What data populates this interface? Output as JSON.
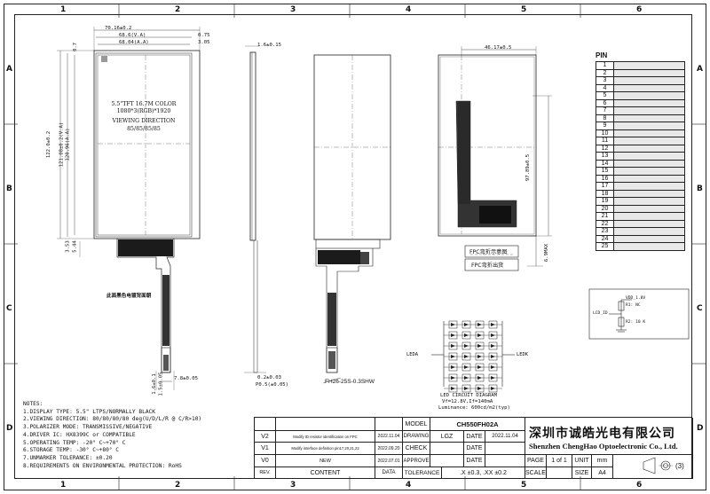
{
  "grid": {
    "columns": [
      "1",
      "2",
      "3",
      "4",
      "5",
      "6"
    ],
    "rows": [
      "A",
      "B",
      "C",
      "D"
    ]
  },
  "front_view": {
    "dim_total_width": "70.16±0.2",
    "dim_va_width": "68.6(V.A)",
    "dim_aa_width": "68.04(A.A)",
    "dim_right_1": "0.75",
    "dim_right_2": "3.05",
    "dim_top_small": "0.7",
    "dim_height_total": "122.0±0.2",
    "dim_height_va": "121.08±0.2(V.A)",
    "dim_height_aa": "120.96(A.A)",
    "dim_bottom_1": "3.53",
    "dim_bottom_2": "5.44",
    "panel_line1": "5.5\"TFT 16.7M COLOR",
    "panel_line2": "1080*3(RGB)*1920",
    "panel_line3": "VIEWING DIRECTION",
    "panel_line4": "85/85/85/85",
    "fpc_note_cn": "此面黑色电镀背面朝",
    "tail_dim_1": "7.8±0.05",
    "tail_dim_2": "1.6±0.1",
    "tail_dim_3": "1.5±0.05"
  },
  "side_view": {
    "dim_thickness": "1.6±0.15",
    "dim_tail_1": "0.2±0.03",
    "dim_tail_2": "P0.5(±0.05)",
    "connector": "FH26-25S-0.3SHW"
  },
  "back_view": {
    "dim_width": "46.17±0.5",
    "dim_height": "97.89±0.5",
    "dim_max": "6.9MAX",
    "fpc_fold_1": "FPC弯折示意图",
    "fpc_fold_2": "FPC弯折出货"
  },
  "pin_table": {
    "header": "PIN",
    "pins": [
      "1",
      "2",
      "3",
      "4",
      "5",
      "6",
      "7",
      "8",
      "9",
      "10",
      "11",
      "12",
      "13",
      "14",
      "15",
      "16",
      "17",
      "18",
      "19",
      "20",
      "21",
      "22",
      "23",
      "24",
      "25"
    ]
  },
  "id_circuit": {
    "label_left": "LCD_ID",
    "label_vdd": "VDD_1.8V",
    "label_r1": "R1: NC",
    "label_r2": "R2: 10 K"
  },
  "led_circuit": {
    "leda": "LEDA",
    "ledk": "LEDK",
    "title": "LED CIRCUIT DIAGRAM",
    "vf": "Vf=12.8V,If=140mA",
    "luminance": "Luminance: 600cd/m2(typ)"
  },
  "notes": {
    "title": "NOTES:",
    "items": [
      "1.DISPLAY TYPE: 5.5\" LTPS/NORMALLY BLACK",
      "2.VIEWING DIRECTION: 80/80/80/80 deg(U/D/L/R @ C/R>10)",
      "3.POLARIZER MODE: TRANSMISSIVE/NEGATIVE",
      "4.DRIVER IC: HX8399C or COMPATIBLE",
      "5.OPERATING TEMP: -20° C~+70° C",
      "6.STORAGE TEMP: -30° C~+80° C",
      "7.UNMARKER TOLERANCE: ±0.20",
      "8.REQUIREMENTS ON ENVIRONMENTAL PROTECTION: RoHS"
    ]
  },
  "title_block": {
    "revisions": [
      {
        "rev": "V2",
        "content": "Modify ID resistor identification on FPC",
        "date": "2022.11.04"
      },
      {
        "rev": "V1",
        "content": "Modify interface definition pin17,20,21,22",
        "date": "2022.09.20"
      },
      {
        "rev": "V0",
        "content": "NEW",
        "date": "2022.07.01"
      }
    ],
    "rev_header": "REV.",
    "content_header": "CONTENT",
    "data_header": "DATA",
    "model_label": "MODEL",
    "model_value": "CH550FH02A",
    "drawing_label": "DRAWING",
    "drawing_value": "LGZ",
    "check_label": "CHECK",
    "approve_label": "APPROVE",
    "date_label": "DATE",
    "drawing_date": "2022.11.04",
    "tolerance_label": "TOLERANCE",
    "tolerance_value": ".X ±0.3, .XX ±0.2",
    "company_cn": "深圳市诚皓光电有限公司",
    "company_en": "Shenzhen ChengHao Optoelectronic Co., Ltd.",
    "page_label": "PAGE",
    "page_value": "1 of 1",
    "unit_label": "UNIT",
    "unit_value": "mm",
    "scale_label": "SCALE",
    "size_label": "SIZE",
    "size_value": "A4",
    "projection": "(3)"
  }
}
